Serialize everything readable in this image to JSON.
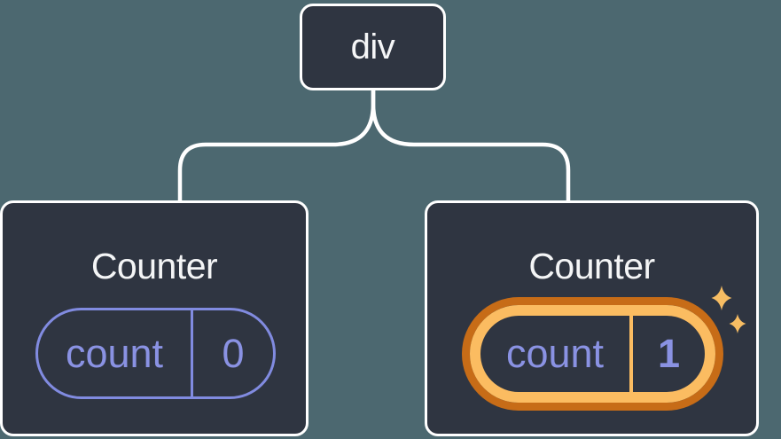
{
  "diagram": {
    "description": "Component tree: a div parent with two Counter children; second Counter state updated",
    "root": {
      "label": "div"
    },
    "children": [
      {
        "title": "Counter",
        "state": {
          "key": "count",
          "value": "0"
        },
        "highlighted": false
      },
      {
        "title": "Counter",
        "state": {
          "key": "count",
          "value": "1"
        },
        "highlighted": true
      }
    ],
    "colors": {
      "background": "#4c6870",
      "card": "#2f3541",
      "outline": "#ffffff",
      "state_purple": "#8a92e3",
      "highlight_orange_light": "#fbbc61",
      "highlight_orange_dark": "#c76c17",
      "sparkle": "#f7bd63"
    },
    "icons": [
      "sparkle-icon"
    ]
  }
}
